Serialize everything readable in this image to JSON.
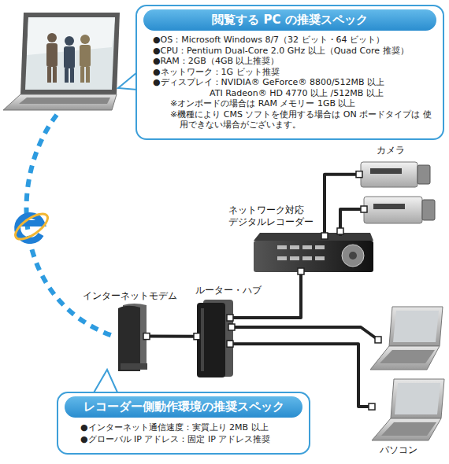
{
  "diagram": {
    "nodes": [
      {
        "text": [
          "閲覧する PC の推奨スペック",
          "●OS：Microsoft Windows 8/7（32 ビット・64 ビット）",
          "●CPU：Pentium Dual-Core 2.0 GHz 以上（Quad Core 推奨）",
          "●RAM：2GB（4GB 以上推奨）",
          "●ネットワーク：1G ビット推奨",
          "●ディスプレイ：NVIDIA® GeForce® 8800/512MB 以上 ATI Radeon® HD 4770 以上 /512MB 以上",
          "※オンボードの場合は RAM メモリー 1GB 以上",
          "※機種により CMS ソフトを使用する場合は ON ボードタイプは 使用できない場合がございます。"
        ]
      },
      {
        "text": [
          "レコーダー側動作環境の推奨スペック",
          "●インターネット通信速度：実質上り 2MB 以上",
          "●グローバル IP アドレス：固定 IP アドレス推奨"
        ]
      },
      {
        "text": [
          "カメラ"
        ]
      },
      {
        "text": [
          "ネットワーク対応 デジタルレコーダー"
        ]
      },
      {
        "text": [
          "ルーター・ハブ"
        ]
      },
      {
        "text": [
          "インターネットモデム"
        ]
      },
      {
        "text": [
          "パソコン"
        ]
      }
    ],
    "edges": [
      {
        "from": 2,
        "to": 3,
        "arrow": "none"
      },
      {
        "from": 3,
        "to": 4,
        "arrow": "none"
      },
      {
        "from": 4,
        "to": 5,
        "arrow": "none"
      },
      {
        "from": 4,
        "to": 6,
        "arrow": "none"
      }
    ]
  }
}
